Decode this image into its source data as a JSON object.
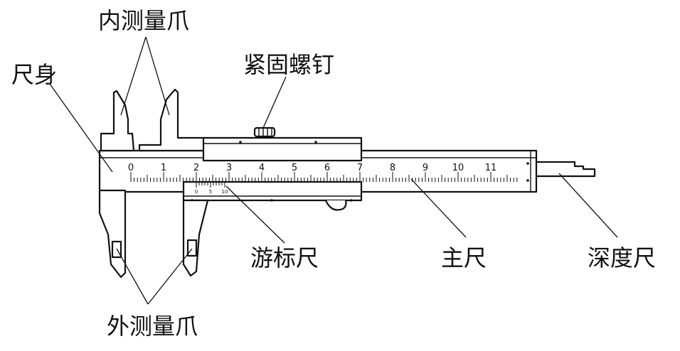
{
  "labels": {
    "inner_jaws": "内测量爪",
    "ruler_body": "尺身",
    "locking_screw": "紧固螺钉",
    "vernier_scale": "游标尺",
    "main_scale": "主尺",
    "depth_rod": "深度尺",
    "outer_jaws": "外测量爪"
  },
  "main_scale": {
    "numbers": [
      "0",
      "1",
      "2",
      "3",
      "4",
      "5",
      "6",
      "7",
      "8",
      "9",
      "10",
      "11"
    ]
  },
  "vernier": {
    "numbers": [
      "0",
      "5",
      "10"
    ]
  }
}
